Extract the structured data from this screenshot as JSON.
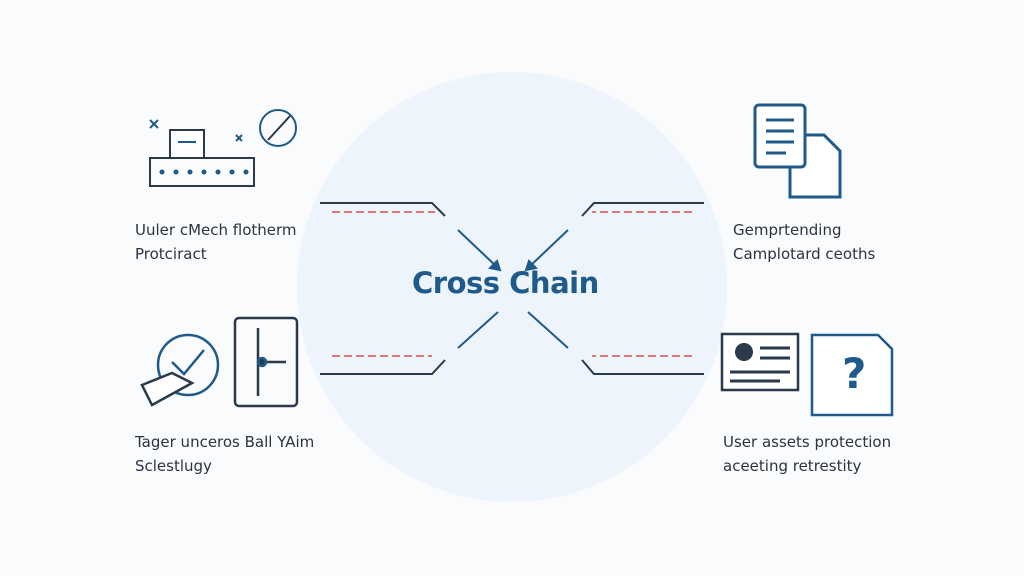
{
  "center": {
    "title_left": "Cross",
    "title_right": "Chain"
  },
  "nodes": [
    {
      "id": "top-left",
      "line1": "Uuler cMech flotherm",
      "line2": "Protciract",
      "icon": "machine-icon"
    },
    {
      "id": "top-right",
      "line1": "Gemprtending",
      "line2": "Camplotard ceoths",
      "icon": "documents-icon"
    },
    {
      "id": "bottom-left",
      "line1": "Tager unceros Ball YAim",
      "line2": "Sclestlugy",
      "icon": "check-shield-icon"
    },
    {
      "id": "bottom-right",
      "line1": "User assets protection",
      "line2": "aceeting retrestity",
      "icon": "id-card-question-icon"
    }
  ],
  "colors": {
    "accent": "#1f5a8a",
    "line": "#2a3a4a",
    "dash": "#d9534f",
    "circle": "#eaf2fa"
  }
}
